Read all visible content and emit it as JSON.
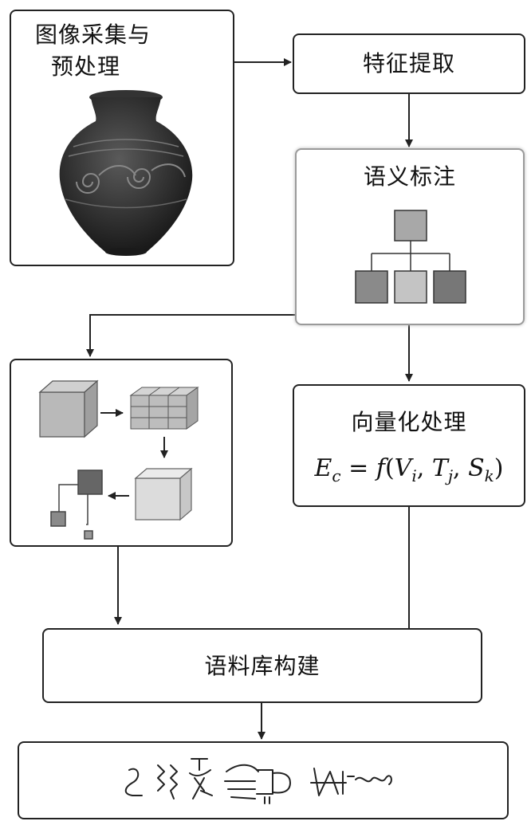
{
  "diagram": {
    "image_acquisition": {
      "line1": "图像采集与",
      "line2": "预处理"
    },
    "feature_extraction": {
      "label": "特征提取"
    },
    "semantic_annotation": {
      "label": "语义标注"
    },
    "vectorization": {
      "label": "向量化处理",
      "formula": {
        "lhs": "E",
        "lhs_sub": "c",
        "fn": "f",
        "args": [
          {
            "v": "V",
            "s": "i"
          },
          {
            "v": "T",
            "s": "j"
          },
          {
            "v": "S",
            "s": "k"
          }
        ]
      }
    },
    "corpus_construction": {
      "label": "语料库构建"
    }
  },
  "colors": {
    "border": "#222222",
    "soft_border": "#9a9a9a",
    "tree_root": "#a8a8a8",
    "tree_left": "#8a8a8a",
    "tree_mid": "#c4c4c4",
    "tree_right": "#777777",
    "pot_body": "#2f2f2f"
  },
  "icons": [
    "pottery-jar-icon",
    "hierarchy-tree-icon",
    "cube-icon",
    "grid-cube-icon",
    "node-graph-icon",
    "glyph-symbols-icon"
  ]
}
